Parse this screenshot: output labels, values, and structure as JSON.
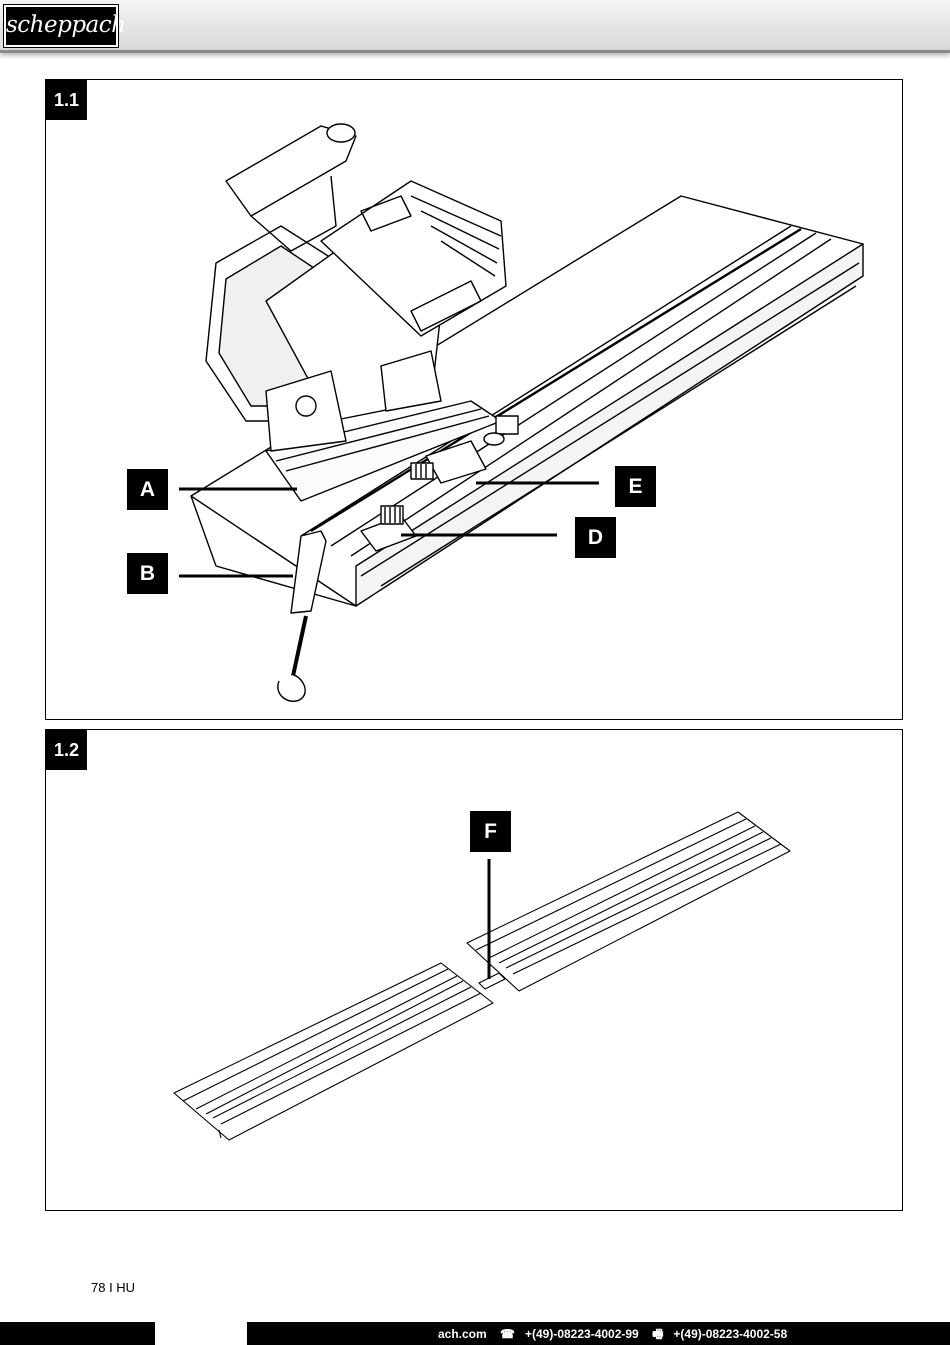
{
  "header": {
    "brand_logo": "scheppach"
  },
  "figures": [
    {
      "number": "1.1",
      "callouts": [
        "A",
        "B",
        "D",
        "E"
      ]
    },
    {
      "number": "1.2",
      "callouts": [
        "F"
      ]
    }
  ],
  "footer": {
    "page_label": "78 I HU",
    "website": "ach.com",
    "phone_icon": "phone-icon",
    "phone": "+(49)-08223-4002-99",
    "fax_icon": "fax-icon",
    "fax": "+(49)-08223-4002-58"
  }
}
